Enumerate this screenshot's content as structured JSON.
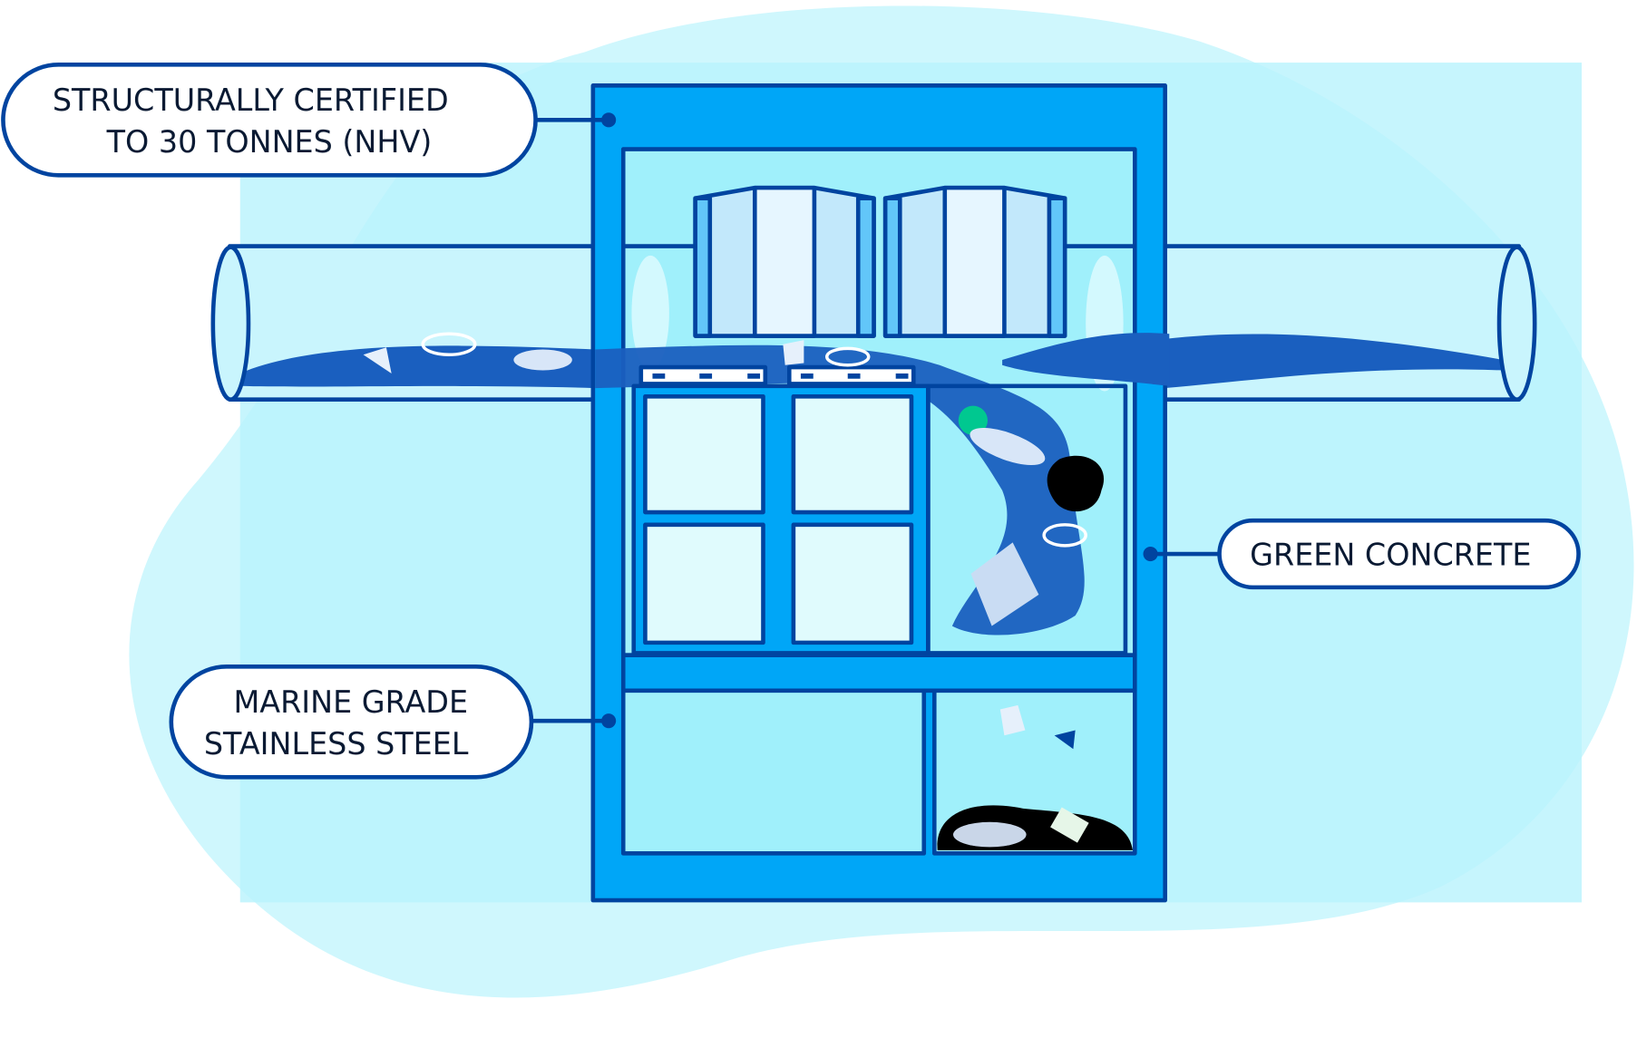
{
  "callouts": {
    "structural": {
      "line1": "STRUCTURALLY CERTIFIED",
      "line2": "TO 30 TONNES (NHV)"
    },
    "steel": {
      "line1": "MARINE GRADE",
      "line2": "STAINLESS STEEL"
    },
    "concrete": {
      "line1": "GREEN CONCRETE"
    }
  },
  "colors": {
    "blob": "#cff7fd",
    "frame": "#00a6f7",
    "outline": "#0044a0",
    "water": "#1a5fbf",
    "chamber": "#a0f0fb"
  }
}
